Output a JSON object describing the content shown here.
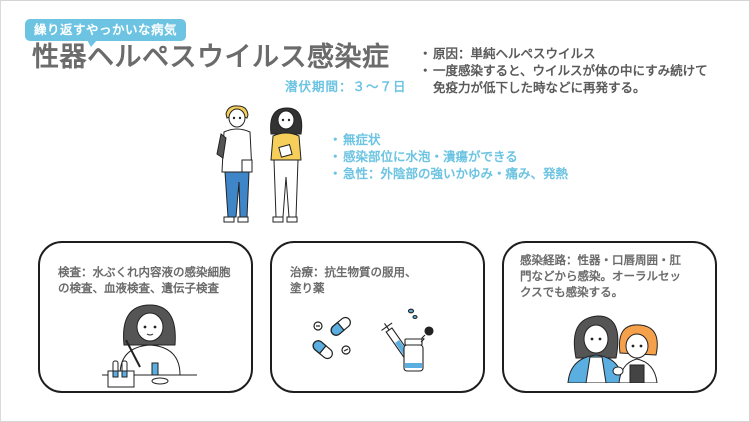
{
  "header": {
    "tag_label": "繰り返すやっかいな病気",
    "title": "性器ヘルペスウイルス感染症",
    "incubation": "潜伏期間：３〜７日"
  },
  "facts": {
    "bullet": "・",
    "items": [
      "原因：単純ヘルペスウイルス",
      "一度感染すると、ウイルスが体の中にすみ続けて"
    ],
    "continuation": "免疫力が低下した時などに再発する。"
  },
  "symptoms": {
    "bullet": "・",
    "items": [
      "無症状",
      "感染部位に水泡・潰瘍ができる",
      "急性：外陰部の強いかゆみ・痛み、発熱"
    ]
  },
  "cards": [
    {
      "lines": [
        "検査：水ぶくれ内容液の感染細胞",
        "の検査、血液検査、遺伝子検査"
      ],
      "illustration": "lab-technician-with-pipette-and-test-tubes"
    },
    {
      "lines": [
        "治療：抗生物質の服用、",
        "塗り薬"
      ],
      "illustration": "pills-syringe-and-vial"
    },
    {
      "lines": [
        "感染経路：性器・口唇周囲・肛",
        "門などから感染。オーラルセッ",
        "クスでも感染する。"
      ],
      "illustration": "two-women-together"
    }
  ],
  "colors": {
    "accent": "#6cc4e2",
    "title_gray": "#6b6b6b",
    "text_dark": "#5a5a5a",
    "card_border": "#1e1e1e",
    "pill_blue": "#5aaee0",
    "shirt_yellow": "#f5cf5a",
    "jeans_blue": "#3e86c8"
  }
}
